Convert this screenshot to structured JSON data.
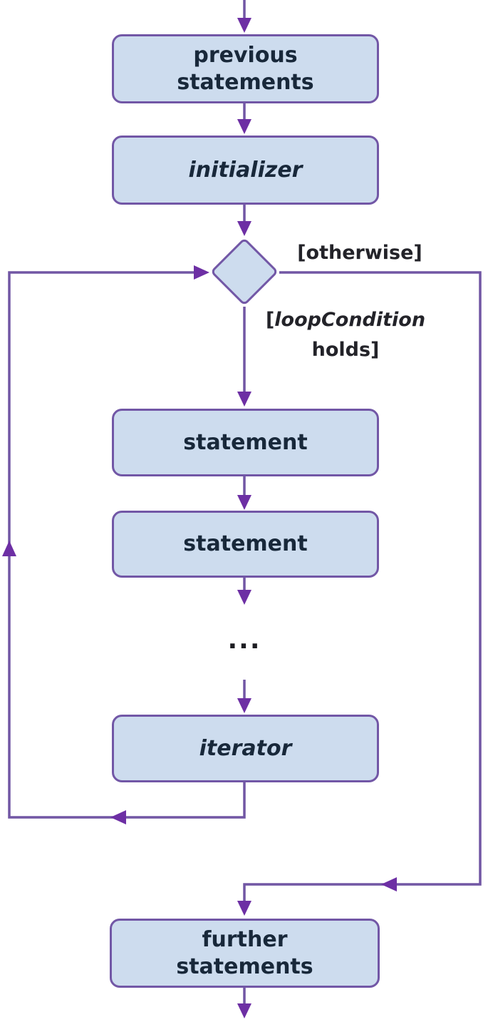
{
  "colors": {
    "node-fill": "#cddcee",
    "node-border": "#7257a6",
    "line": "#7156a4",
    "arrow": "#6d2fa4",
    "node-text": "#18283a",
    "label-text": "#232329"
  },
  "nodes": {
    "previous": {
      "line1": "previous",
      "line2": "statements"
    },
    "initializer": {
      "label": "initializer"
    },
    "statement1": {
      "label": "statement"
    },
    "statement2": {
      "label": "statement"
    },
    "ellipsis": {
      "label": "..."
    },
    "iterator": {
      "label": "iterator"
    },
    "further": {
      "line1": "further",
      "line2": "statements"
    }
  },
  "edge_labels": {
    "otherwise": "[otherwise]",
    "loop_condition": {
      "open": "[",
      "term": "loopCondition",
      "line2": "holds]"
    }
  }
}
